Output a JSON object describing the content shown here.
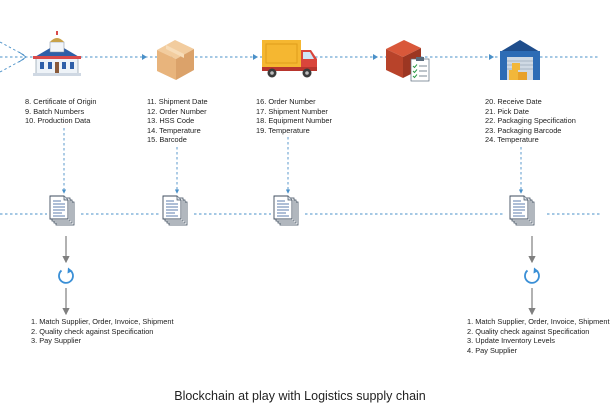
{
  "caption": "Blockchain at play with Logistics supply chain",
  "stages": [
    {
      "icon": "factory-icon",
      "fields": [
        "8.   Certificate of Origin",
        "9.   Batch Numbers",
        "10. Production Data"
      ]
    },
    {
      "icon": "package-box-icon",
      "fields": [
        "11. Shipment Date",
        "12. Order Number",
        "13. HSS Code",
        "14. Temperature",
        "15. Barcode"
      ]
    },
    {
      "icon": "delivery-truck-icon",
      "fields": [
        "16. Order Number",
        "17. Shipment Number",
        "18. Equipment Number",
        "19. Temperature"
      ]
    },
    {
      "icon": "box-checklist-icon",
      "fields": []
    },
    {
      "icon": "warehouse-icon",
      "fields": [
        "20. Receive Date",
        "21. Pick Date",
        "22. Packaging Specification",
        "23. Packaging Barcode",
        "24. Temperature"
      ]
    }
  ],
  "ledger_nodes": [
    "document-stack-icon",
    "document-stack-icon",
    "document-stack-icon",
    "document-stack-icon"
  ],
  "steps_left": [
    "1. Match Supplier, Order, Invoice, Shipment",
    "2. Quality check against Specification",
    "3. Pay Supplier"
  ],
  "steps_right": [
    "1. Match Supplier, Order, Invoice, Shipment",
    "2. Quality check against Specification",
    "3. Update Inventory Levels",
    "4. Pay Supplier"
  ],
  "colors": {
    "connector": "#4a90c8",
    "arrow": "#7f7f7f",
    "sync": "#3a8fd6"
  }
}
